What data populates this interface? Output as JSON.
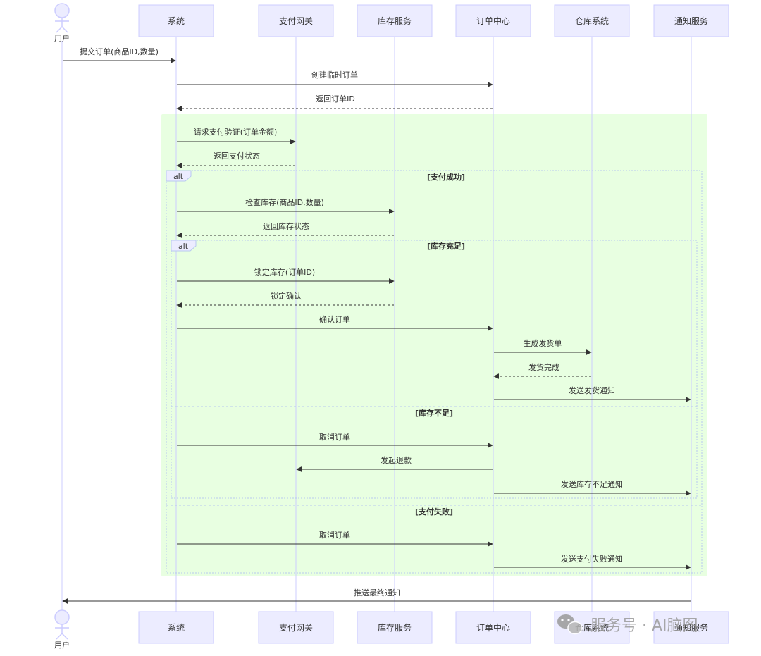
{
  "participants": [
    {
      "id": "user",
      "label": "用户",
      "kind": "actor"
    },
    {
      "id": "system",
      "label": "系统",
      "kind": "box"
    },
    {
      "id": "gateway",
      "label": "支付网关",
      "kind": "box"
    },
    {
      "id": "inventory",
      "label": "库存服务",
      "kind": "box"
    },
    {
      "id": "order",
      "label": "订单中心",
      "kind": "box"
    },
    {
      "id": "warehouse",
      "label": "仓库系统",
      "kind": "box"
    },
    {
      "id": "notify",
      "label": "通知服务",
      "kind": "box"
    }
  ],
  "messages": [
    {
      "from": "user",
      "to": "system",
      "label": "提交订单(商品ID,数量)",
      "style": "solid"
    },
    {
      "from": "system",
      "to": "order",
      "label": "创建临时订单",
      "style": "solid"
    },
    {
      "from": "order",
      "to": "system",
      "label": "返回订单ID",
      "style": "dashed"
    },
    {
      "from": "system",
      "to": "gateway",
      "label": "请求支付验证(订单金额)",
      "style": "solid"
    },
    {
      "from": "gateway",
      "to": "system",
      "label": "返回支付状态",
      "style": "dashed"
    },
    {
      "from": "system",
      "to": "inventory",
      "label": "检查库存(商品ID,数量)",
      "style": "solid"
    },
    {
      "from": "inventory",
      "to": "system",
      "label": "返回库存状态",
      "style": "dashed"
    },
    {
      "from": "system",
      "to": "inventory",
      "label": "锁定库存(订单ID)",
      "style": "solid"
    },
    {
      "from": "inventory",
      "to": "system",
      "label": "锁定确认",
      "style": "dashed"
    },
    {
      "from": "system",
      "to": "order",
      "label": "确认订单",
      "style": "solid"
    },
    {
      "from": "order",
      "to": "warehouse",
      "label": "生成发货单",
      "style": "solid"
    },
    {
      "from": "warehouse",
      "to": "order",
      "label": "发货完成",
      "style": "dashed"
    },
    {
      "from": "order",
      "to": "notify",
      "label": "发送发货通知",
      "style": "solid"
    },
    {
      "from": "system",
      "to": "order",
      "label": "取消订单",
      "style": "solid"
    },
    {
      "from": "order",
      "to": "gateway",
      "label": "发起退款",
      "style": "solid"
    },
    {
      "from": "order",
      "to": "notify",
      "label": "发送库存不足通知",
      "style": "solid"
    },
    {
      "from": "system",
      "to": "order",
      "label": "取消订单",
      "style": "solid"
    },
    {
      "from": "order",
      "to": "notify",
      "label": "发送支付失败通知",
      "style": "solid"
    },
    {
      "from": "notify",
      "to": "user",
      "label": "推送最终通知",
      "style": "solid"
    }
  ],
  "fragments": [
    {
      "keyword": "alt",
      "conditions": [
        "[支付成功]",
        "[支付失败]"
      ]
    },
    {
      "keyword": "alt",
      "conditions": [
        "[库存充足]",
        "[库存不足]"
      ]
    }
  ],
  "watermark": {
    "text": "服务号 · AI脑图",
    "icon": "wechat-icon"
  },
  "colors": {
    "participant_fill": "#ECECFF",
    "participant_border": "#CCCCFF",
    "lifeline": "#CCCCFF",
    "message_line": "#333333",
    "highlight_fill": "#E8FFE1",
    "fragment_border": "#B8C8F0",
    "watermark": "#9a9a9a"
  }
}
